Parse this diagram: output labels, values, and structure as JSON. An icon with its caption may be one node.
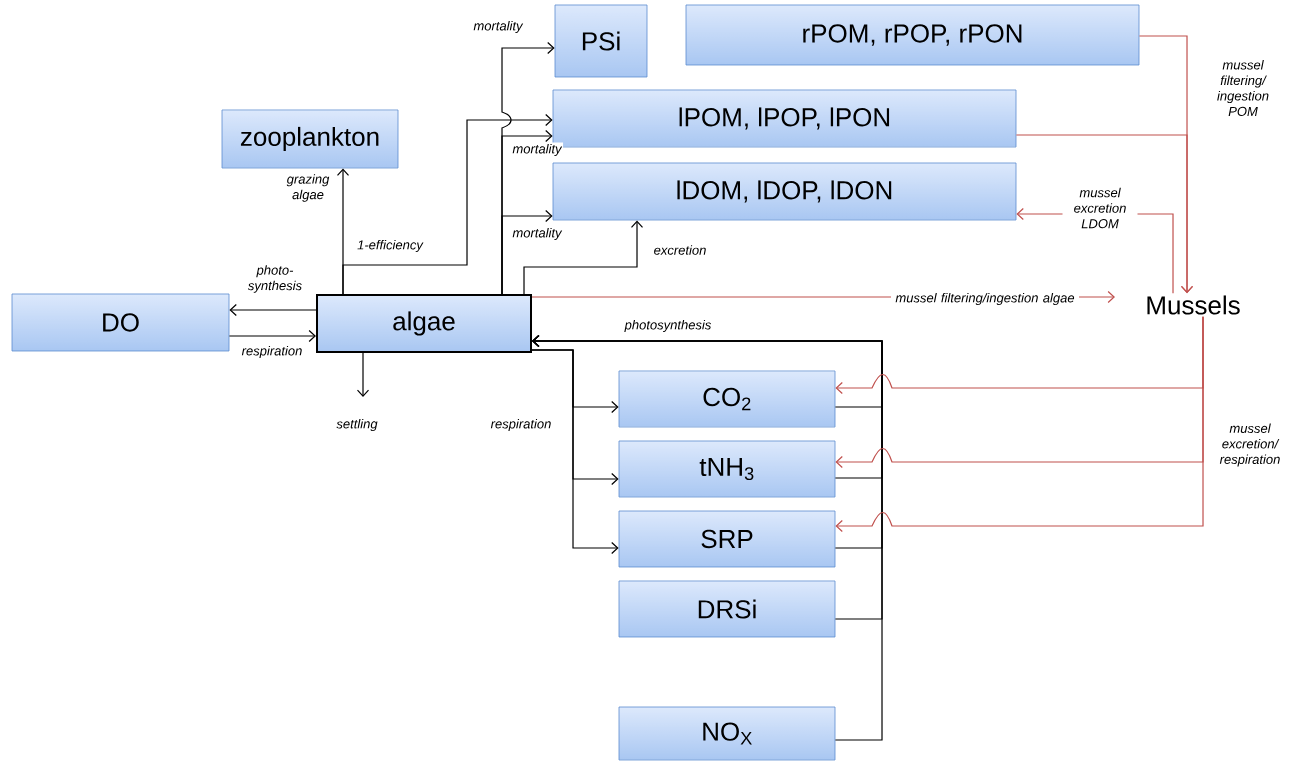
{
  "diagram": {
    "nodes": [
      {
        "text": [
          "PSi"
        ]
      },
      {
        "text": [
          "rPOM, rPOP, rPON"
        ]
      },
      {
        "text": [
          "zooplankton"
        ]
      },
      {
        "text": [
          "lPOM, lPOP, lPON"
        ]
      },
      {
        "text": [
          "lDOM, lDOP, lDON"
        ]
      },
      {
        "text": [
          "DO"
        ]
      },
      {
        "text": [
          "algae"
        ]
      },
      {
        "text": [
          "Mussels"
        ]
      },
      {
        "text": [
          "CO$_{2}$"
        ]
      },
      {
        "text": [
          "tNH$_{3}$"
        ]
      },
      {
        "text": [
          "SRP"
        ]
      },
      {
        "text": [
          "DRSi"
        ]
      },
      {
        "text": [
          "NO$_{X}$"
        ]
      }
    ],
    "edges": [
      {
        "from": 6,
        "to": 2,
        "arrow": "to",
        "label": "grazing algae"
      },
      {
        "from": 6,
        "to": 3,
        "arrow": "to",
        "label": "1-efficiency"
      },
      {
        "from": 6,
        "to": 0,
        "arrow": "to",
        "label": "mortality"
      },
      {
        "from": 6,
        "to": 3,
        "arrow": "to",
        "label": "mortality"
      },
      {
        "from": 6,
        "to": 4,
        "arrow": "to",
        "label": "mortality"
      },
      {
        "from": 6,
        "to": 4,
        "arrow": "to",
        "label": "excretion"
      },
      {
        "from": 6,
        "to": 5,
        "arrow": "to",
        "label": "photo- synthesis"
      },
      {
        "from": 5,
        "to": 6,
        "arrow": "to",
        "label": "respiration"
      },
      {
        "from": 6,
        "to": null,
        "arrow": "to",
        "label": "settling"
      },
      {
        "from": 6,
        "to": 8,
        "arrow": "to",
        "label": "respiration"
      },
      {
        "from": 6,
        "to": 9,
        "arrow": "to"
      },
      {
        "from": 6,
        "to": 10,
        "arrow": "to"
      },
      {
        "from": 8,
        "to": 6,
        "arrow": "to",
        "label": "photosynthesis"
      },
      {
        "from": 9,
        "to": 6,
        "arrow": "to"
      },
      {
        "from": 10,
        "to": 6,
        "arrow": "to"
      },
      {
        "from": 11,
        "to": 6,
        "arrow": "to"
      },
      {
        "from": 12,
        "to": 6,
        "arrow": "to"
      },
      {
        "from": 6,
        "to": 7,
        "arrow": "to",
        "label": "mussel filtering/ingestion algae",
        "color": "#c0504d"
      },
      {
        "from": 1,
        "to": 7,
        "arrow": "to",
        "label": "mussel filtering/ ingestion POM",
        "color": "#c0504d"
      },
      {
        "from": 3,
        "to": 7,
        "arrow": "to",
        "color": "#c0504d"
      },
      {
        "from": 7,
        "to": 4,
        "arrow": "to",
        "label": "mussel excretion LDOM",
        "color": "#c0504d"
      },
      {
        "from": 7,
        "to": 8,
        "arrow": "to",
        "label": "mussel excretion/ respiration",
        "color": "#c0504d"
      },
      {
        "from": 7,
        "to": 9,
        "arrow": "to",
        "color": "#c0504d"
      },
      {
        "from": 7,
        "to": 10,
        "arrow": "to",
        "color": "#c0504d"
      }
    ]
  }
}
